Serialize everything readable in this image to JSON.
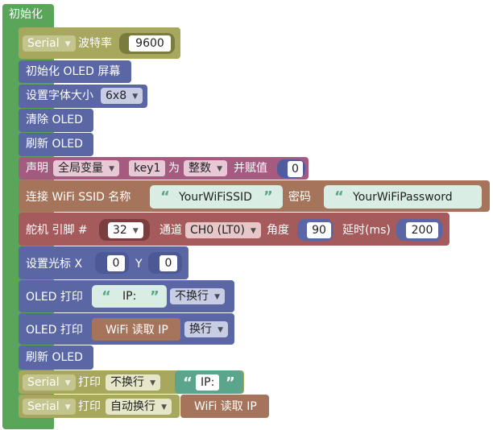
{
  "init": {
    "label": "初始化"
  },
  "serial_baud": {
    "serial": "Serial",
    "label": "波特率",
    "value": "9600"
  },
  "oled_init": {
    "label": "初始化 OLED 屏幕"
  },
  "font_size": {
    "label": "设置字体大小",
    "value": "6x8"
  },
  "oled_clear": {
    "label": "清除 OLED"
  },
  "oled_refresh": {
    "label": "刷新 OLED"
  },
  "declare": {
    "label": "声明",
    "scope": "全局变量",
    "name": "key1",
    "as": "为",
    "type": "整数",
    "assign": "并赋值",
    "value": "0"
  },
  "wifi": {
    "label": "连接 WiFi  SSID 名称",
    "ssid": "YourWiFiSSID",
    "pw_label": "密码",
    "password": "YourWiFiPassword"
  },
  "servo": {
    "label": "舵机  引脚 #",
    "pin": "32",
    "channel_label": "通道",
    "channel": "CH0 (LT0)",
    "angle_label": "角度",
    "angle": "90",
    "delay_label": "延时(ms)",
    "delay": "200"
  },
  "cursor": {
    "label": "设置光标  X",
    "x": "0",
    "y_label": "Y",
    "y": "0"
  },
  "oled_print1": {
    "label": "OLED 打印",
    "text": "IP:",
    "mode": "不换行"
  },
  "oled_print2": {
    "label": "OLED 打印",
    "inner": "WiFi 读取 IP",
    "mode": "换行"
  },
  "oled_refresh2": {
    "label": "刷新 OLED"
  },
  "serial_print1": {
    "serial": "Serial",
    "label": "打印",
    "mode": "不换行",
    "text": "IP:"
  },
  "serial_print2": {
    "serial": "Serial",
    "label": "打印",
    "mode": "自动换行",
    "inner": "WiFi 读取 IP"
  },
  "icons": {
    "dropdown": "▼",
    "quote_open": "“",
    "quote_close": "”"
  },
  "colors": {
    "control": "#5ba55b",
    "serial": "#a7a85e",
    "oled": "#5b67a5",
    "variable": "#a55b80",
    "wifi": "#a5745b",
    "string": "#5ba58c"
  }
}
